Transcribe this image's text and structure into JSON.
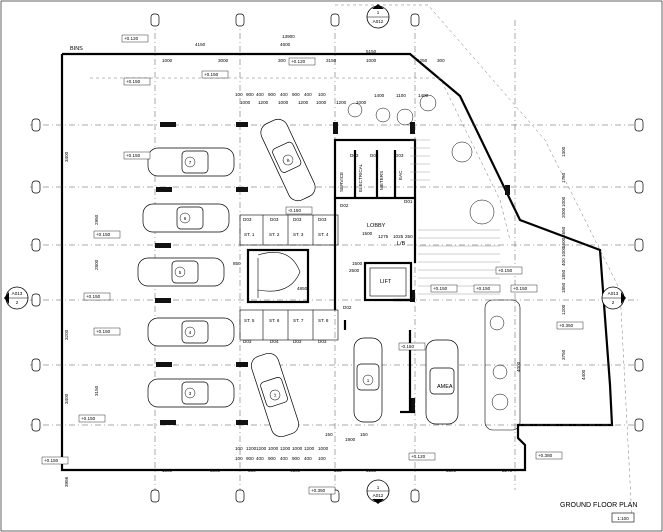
{
  "title": "GROUND FLOOR PLAN",
  "scale": "1:100",
  "bins_label": "BINS",
  "section_refs": {
    "top": {
      "number": "1",
      "sheet": "A012"
    },
    "bottom": {
      "number": "1",
      "sheet": "A012"
    },
    "left": {
      "number": "2",
      "sheet": "A013"
    },
    "right": {
      "number": "2",
      "sheet": "A013"
    }
  },
  "rooms": {
    "lobby": "LOBBY",
    "lift": "LIFT",
    "lb": "L/B",
    "service": "SERVICE",
    "electrical": "ELECTRICAL",
    "meters": "METERS",
    "eac": "EAC",
    "amea": "AMEA"
  },
  "storage_units": [
    "ST. 1",
    "ST. 2",
    "ST. 3",
    "ST. 4",
    "ST. 5",
    "ST. 6",
    "ST. 7",
    "ST. 8"
  ],
  "car_numbers": [
    "1",
    "2",
    "3",
    "4",
    "5",
    "6",
    "7",
    "8"
  ],
  "door_tags": [
    "D03",
    "D03",
    "D03",
    "D03",
    "D03",
    "D03",
    "D03",
    "D03",
    "D04",
    "D03",
    "D03",
    "D02",
    "D01",
    "D02"
  ],
  "level_tags": [
    "+0.120",
    "+0.120",
    "+0.150",
    "+0.150",
    "+0.150",
    "+0.150",
    "+0.150",
    "+0.150",
    "+0.150",
    "+0.150",
    "+0.380",
    "+0.350",
    "+0.120",
    "+0.150",
    "+0.150",
    "+0.150",
    "+0.150",
    "+0.350",
    "-0.150",
    "-0.150"
  ],
  "dims_top": {
    "overall": "13900",
    "row2": [
      "4150",
      "4600",
      "5150"
    ],
    "row3": [
      "1000",
      "3000",
      "300",
      "3150",
      "1000",
      "1250",
      "300"
    ],
    "spaces1": [
      "100",
      "900",
      "400",
      "900",
      "400",
      "900",
      "400",
      "100"
    ],
    "spaces2": [
      "1000",
      "1200",
      "1000",
      "1200",
      "1000",
      "1200",
      "1000"
    ],
    "right_small": [
      "1400",
      "1100",
      "1400"
    ]
  },
  "dims_bottom": {
    "spaces1": [
      "100",
      "1200",
      "1200",
      "1000",
      "1200",
      "1000",
      "1200",
      "1000"
    ],
    "spaces2": [
      "100",
      "900",
      "400",
      "900",
      "400",
      "900",
      "400",
      "100"
    ],
    "row": [
      "1000",
      "3000",
      "800",
      "4500",
      "800",
      "3150",
      "3500",
      "2270"
    ],
    "small": [
      "150",
      "1900",
      "150"
    ]
  },
  "dims_left": [
    "3400",
    "2950",
    "2800",
    "3200",
    "3150",
    "3400",
    "3956"
  ],
  "dims_left_outer": [
    "3400",
    "3200",
    "3000",
    "3200",
    "3400"
  ],
  "dims_right": [
    "1300",
    "1750",
    "1000",
    "2000",
    "1650",
    "1500",
    "1000",
    "400",
    "1850",
    "1850",
    "1200",
    "3750",
    "4400",
    "4000"
  ],
  "dims_core": [
    "1500",
    "1275",
    "1025",
    "250",
    "2500",
    "4850",
    "1500",
    "850"
  ]
}
